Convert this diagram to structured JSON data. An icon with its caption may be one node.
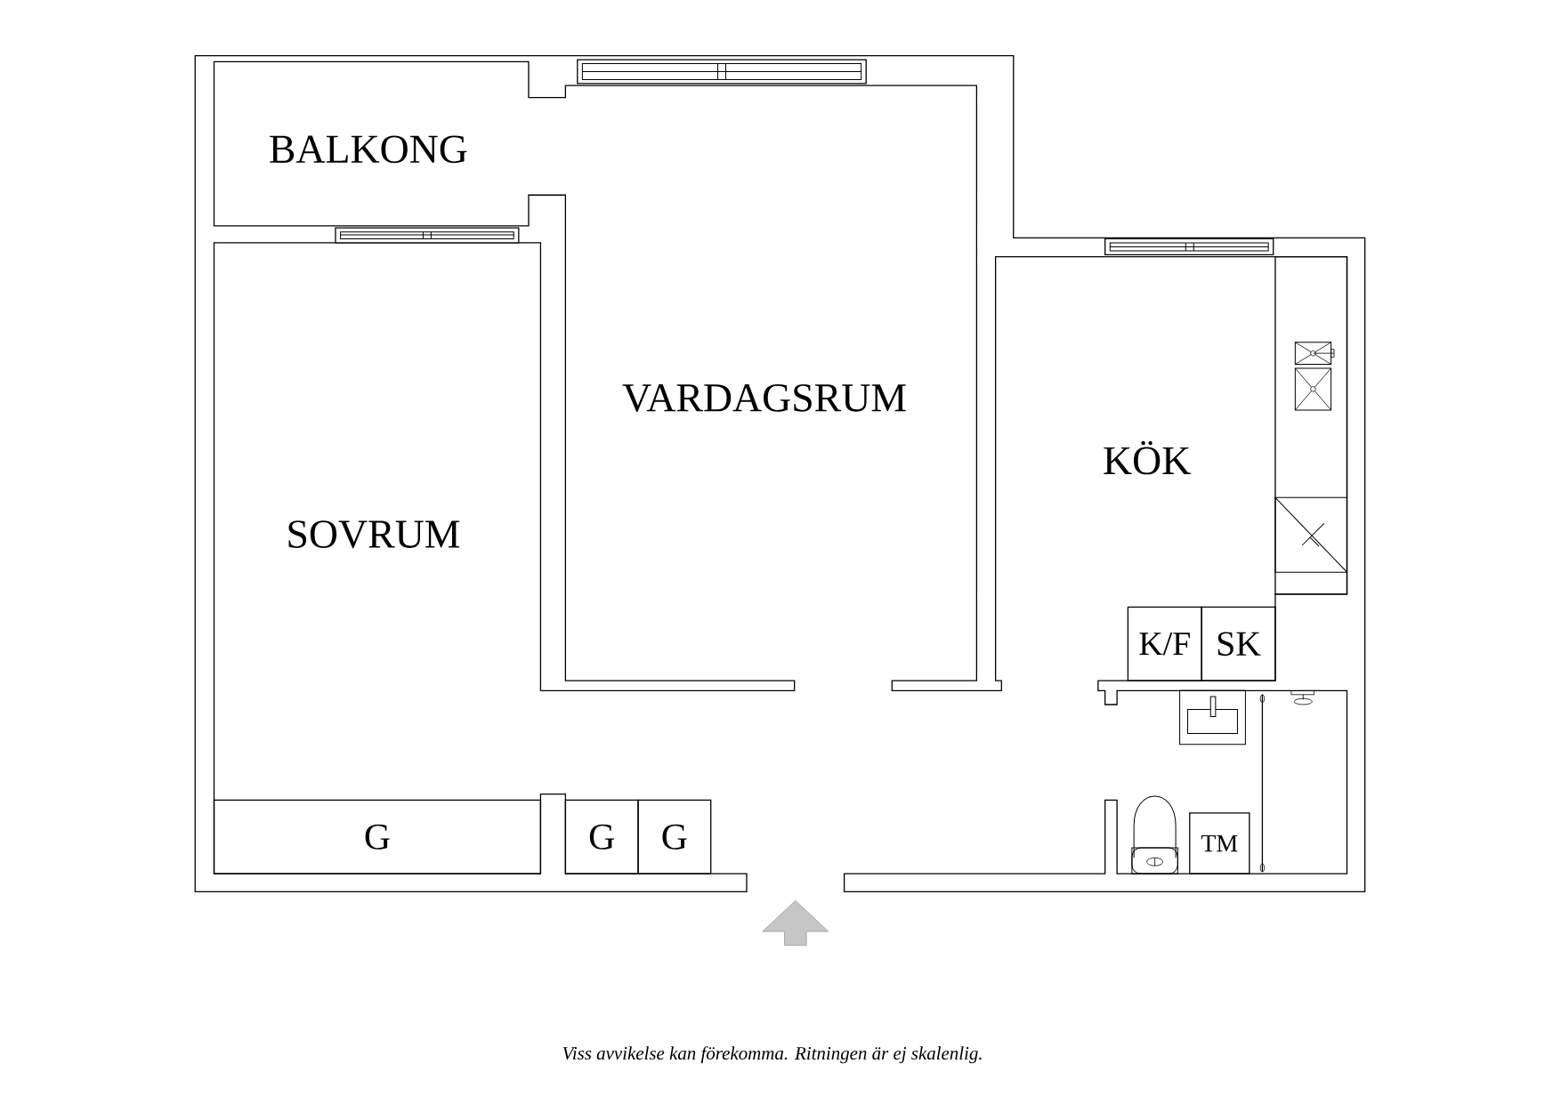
{
  "diagram": {
    "caption": "Viss avvikelse kan förekomma. Ritningen är ej skalenlig.",
    "nodes": [
      {
        "text": [
          "BALKONG"
        ]
      },
      {
        "text": [
          "VARDAGSRUM"
        ]
      },
      {
        "text": [
          "SOVRUM"
        ]
      },
      {
        "text": [
          "KÖK"
        ]
      },
      {
        "text": [
          "K/F"
        ]
      },
      {
        "text": [
          "SK"
        ]
      },
      {
        "text": [
          "G"
        ]
      },
      {
        "text": [
          "G"
        ]
      },
      {
        "text": [
          "G"
        ]
      },
      {
        "text": [
          "TM"
        ]
      }
    ]
  }
}
